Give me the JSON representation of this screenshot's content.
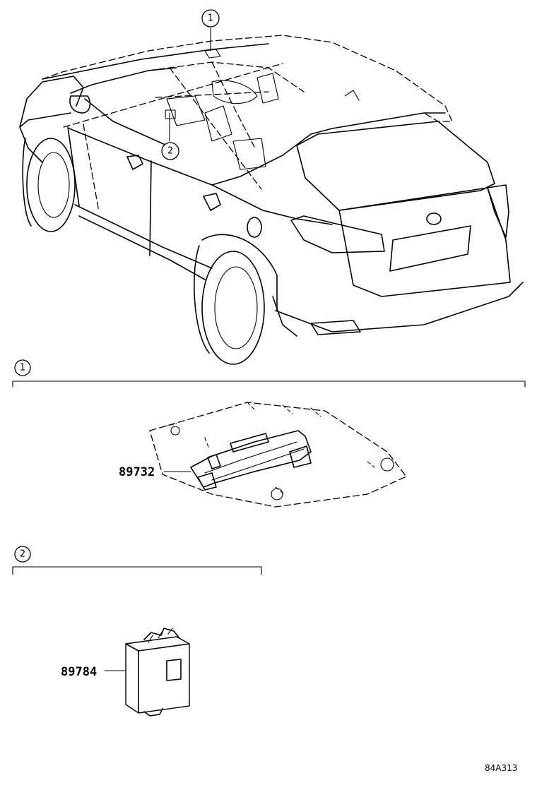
{
  "callouts": {
    "one": "1",
    "two": "2"
  },
  "sections": {
    "one": {
      "label": "1",
      "part_number": "89732"
    },
    "two": {
      "label": "2",
      "part_number": "89784"
    }
  },
  "footer": {
    "ref_code": "84A313"
  }
}
